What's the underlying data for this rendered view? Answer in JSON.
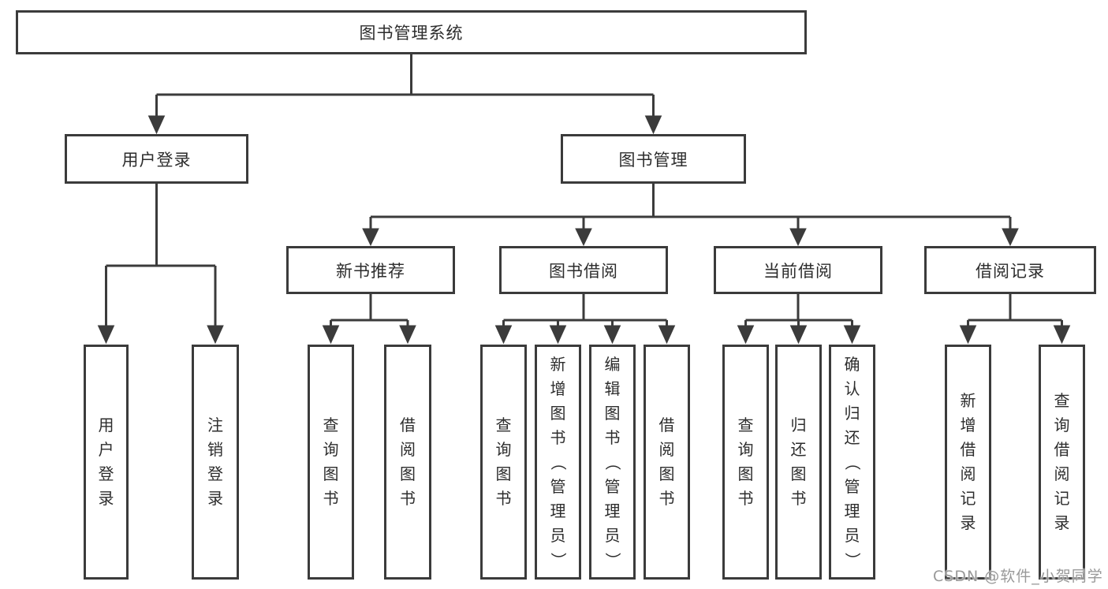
{
  "diagram": {
    "root": {
      "label": "图书管理系统"
    },
    "level2": [
      {
        "label": "用户登录",
        "children": [
          {
            "label": "用户登录"
          },
          {
            "label": "注销登录"
          }
        ]
      },
      {
        "label": "图书管理",
        "children": [
          {
            "label": "新书推荐",
            "children": [
              {
                "label": "查询图书"
              },
              {
                "label": "借阅图书"
              }
            ]
          },
          {
            "label": "图书借阅",
            "children": [
              {
                "label": "查询图书"
              },
              {
                "label": "新增图书（管理员）"
              },
              {
                "label": "编辑图书（管理员）"
              },
              {
                "label": "借阅图书"
              }
            ]
          },
          {
            "label": "当前借阅",
            "children": [
              {
                "label": "查询图书"
              },
              {
                "label": "归还图书"
              },
              {
                "label": "确认归还（管理员）"
              }
            ]
          },
          {
            "label": "借阅记录",
            "children": [
              {
                "label": "新增借阅记录"
              },
              {
                "label": "查询借阅记录"
              }
            ]
          }
        ]
      }
    ]
  },
  "watermark": {
    "text": "CSDN @软件_小贺同学"
  },
  "colors": {
    "line": "#3b3b3b",
    "text": "#2d2d2d",
    "background": "#ffffff",
    "watermark": "#949494"
  }
}
